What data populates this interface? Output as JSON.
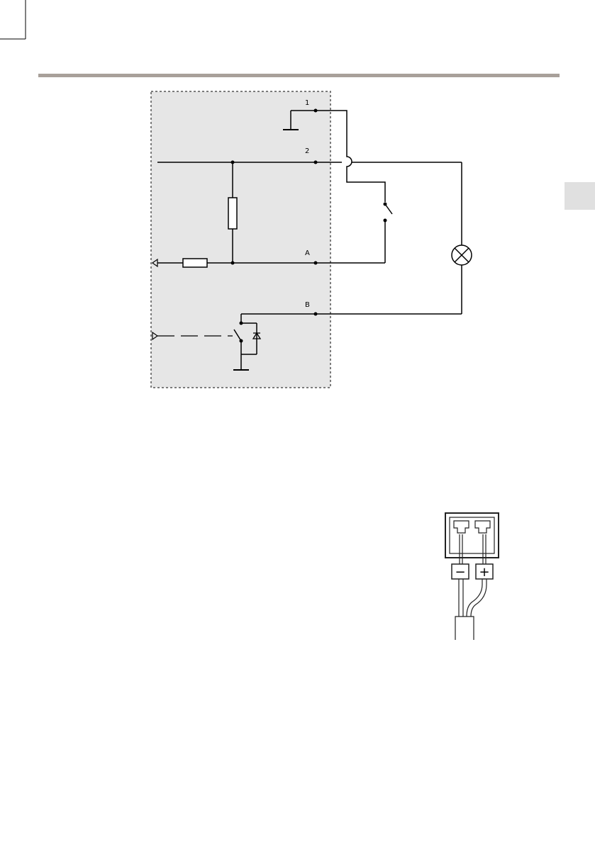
{
  "circuit": {
    "pin_1": "1",
    "pin_2": "2",
    "pin_a": "A",
    "pin_b": "B"
  },
  "connector": {
    "minus_label": "−",
    "plus_label": "+"
  }
}
